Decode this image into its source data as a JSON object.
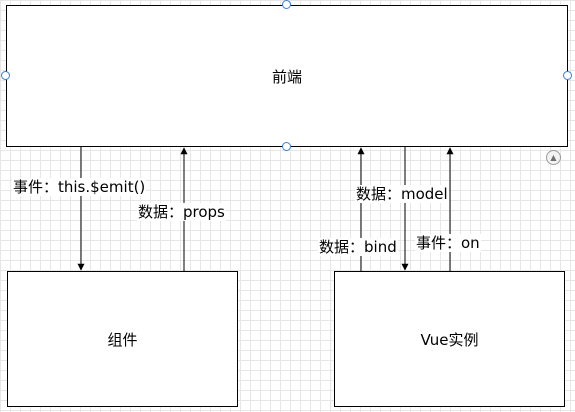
{
  "nodes": {
    "frontend": "前端",
    "component": "组件",
    "vue_instance": "Vue实例"
  },
  "edges": {
    "component_event": "事件：this.$emit()",
    "component_props": "数据：props",
    "vue_model": "数据：model",
    "vue_bind": "数据：bind",
    "vue_on": "事件：on"
  },
  "colors": {
    "line": "#000000",
    "handle": "#3b7fd4"
  },
  "icons": {
    "collapse": "collapse-triangle-icon"
  }
}
